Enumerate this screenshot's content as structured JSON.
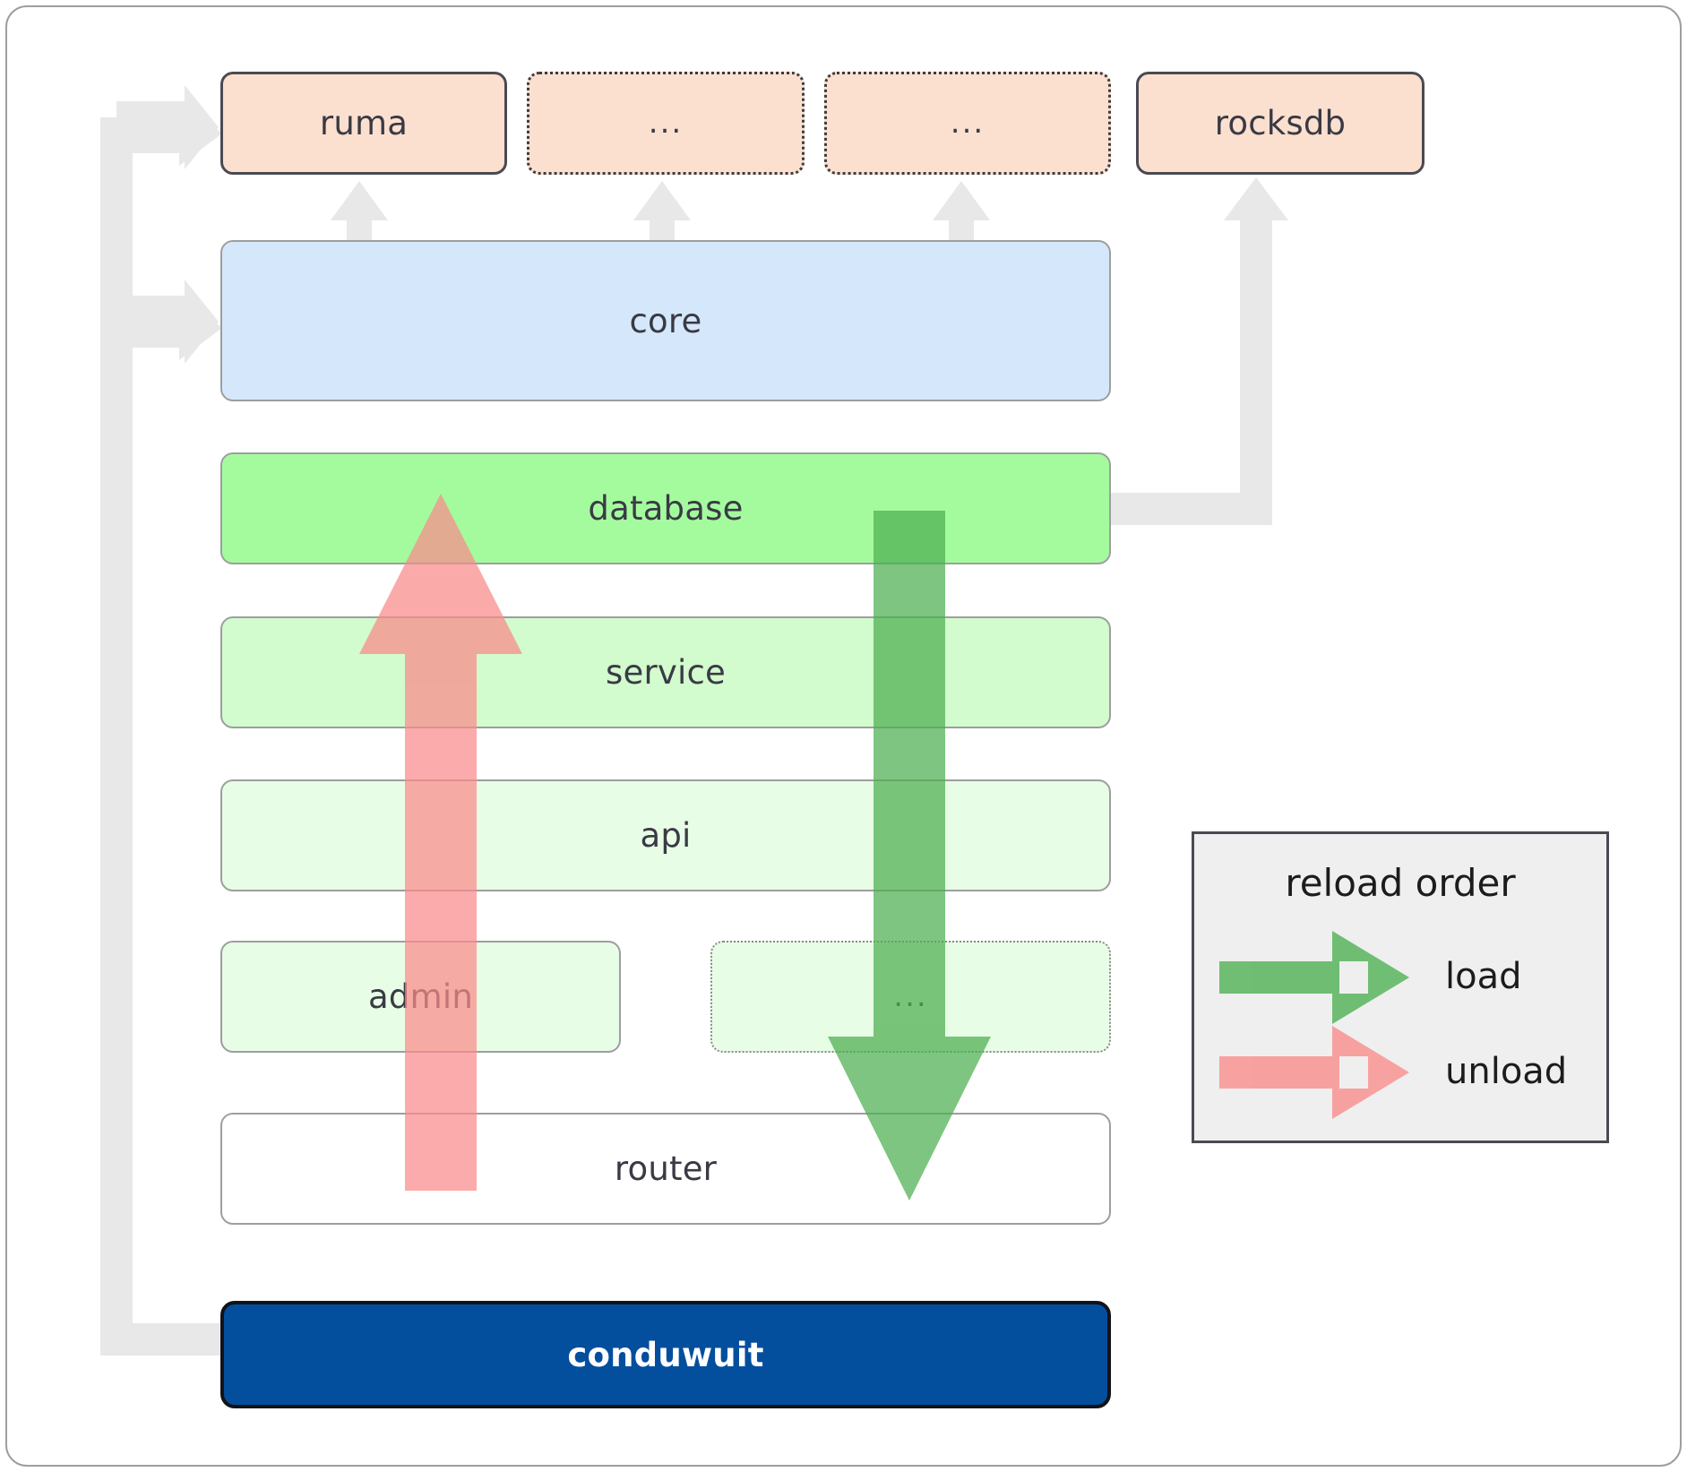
{
  "diagram": {
    "title": "conduwuit crate dependency / reload order diagram",
    "colors": {
      "orange": "#fce0cf",
      "blue": "#d5e8fb",
      "green_strong": "#a4fb9e",
      "green_mid": "#d2fbce",
      "green_light": "#e8fde6",
      "white": "#ffffff",
      "navy": "#034f9e",
      "connector_gray": "#e8e8e8",
      "load_green": "#4caf50",
      "unload_red": "#fa8a8a",
      "border_gray": "#9e9e9e",
      "border_dark": "#4a4a52"
    },
    "top_row": [
      {
        "label": "ruma",
        "style": "solid",
        "fill": "orange"
      },
      {
        "label": "...",
        "style": "dotted",
        "fill": "orange"
      },
      {
        "label": "...",
        "style": "dotted",
        "fill": "orange"
      },
      {
        "label": "rocksdb",
        "style": "solid",
        "fill": "orange"
      }
    ],
    "layers": [
      {
        "label": "core",
        "fill": "blue",
        "style": "solid"
      },
      {
        "label": "database",
        "fill": "green_strong",
        "style": "solid"
      },
      {
        "label": "service",
        "fill": "green_mid",
        "style": "solid"
      },
      {
        "label": "api",
        "fill": "green_light",
        "style": "solid"
      },
      {
        "label": "admin",
        "fill": "green_light",
        "style": "solid"
      },
      {
        "label": "...",
        "fill": "green_light",
        "style": "dotted"
      },
      {
        "label": "router",
        "fill": "white",
        "style": "solid"
      }
    ],
    "binary": {
      "label": "conduwuit",
      "fill": "navy"
    },
    "legend": {
      "title": "reload order",
      "entries": [
        {
          "label": "load",
          "color": "#4caf50",
          "direction": "right"
        },
        {
          "label": "unload",
          "color": "#fa8a8a",
          "direction": "right"
        }
      ]
    },
    "flows": [
      {
        "name": "load",
        "direction": "downward",
        "color": "#4caf50",
        "from": "database",
        "to": "router"
      },
      {
        "name": "unload",
        "direction": "upward",
        "color": "#fa8a8a",
        "from": "router",
        "to": "database"
      }
    ]
  }
}
